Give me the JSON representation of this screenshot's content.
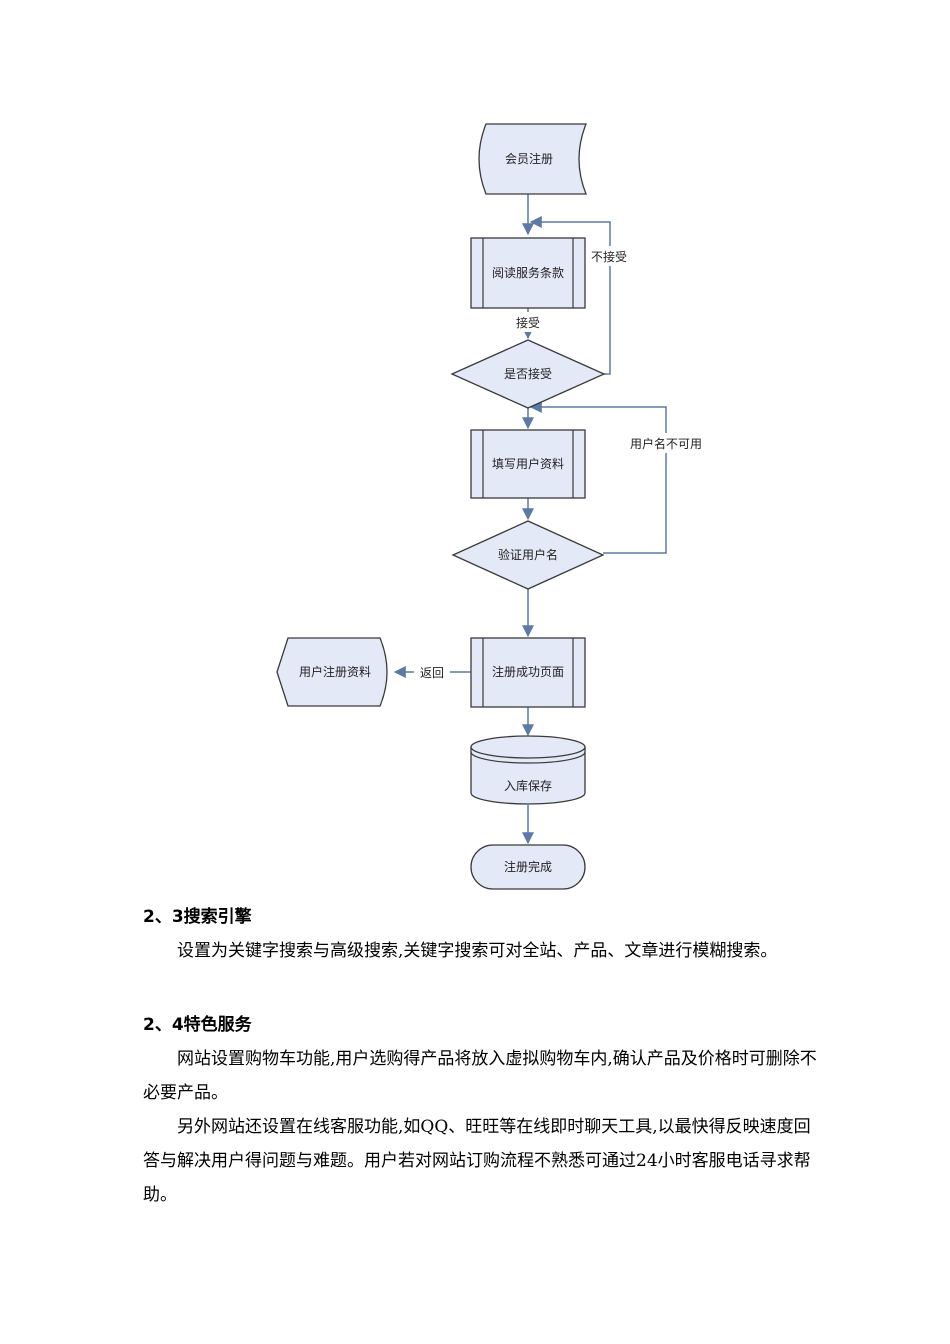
{
  "flowchart": {
    "nodes": {
      "member_register": "会员注册",
      "read_terms": "阅读服务条款",
      "accept_decision": "是否接受",
      "fill_profile": "填写用户资料",
      "verify_username": "验证用户名",
      "success_page": "注册成功页面",
      "user_profile_doc": "用户注册资料",
      "save_db": "入库保存",
      "register_done": "注册完成"
    },
    "edges": {
      "reject": "不接受",
      "accept": "接受",
      "username_unavailable": "用户名不可用",
      "return": "返回"
    }
  },
  "sections": [
    {
      "heading": "2、3搜索引擎",
      "paragraphs": [
        "设置为关键字搜索与高级搜索,关键字搜索可对全站、产品、文章进行模糊搜索。"
      ]
    },
    {
      "heading": "2、4特色服务",
      "paragraphs": [
        "网站设置购物车功能,用户选购得产品将放入虚拟购物车内,确认产品及价格时可删除不必要产品。",
        "另外网站还设置在线客服功能,如QQ、旺旺等在线即时聊天工具,以最快得反映速度回答与解决用户得问题与难题。用户若对网站订购流程不熟悉可通过24小时客服电话寻求帮助。"
      ]
    }
  ],
  "colors": {
    "node_fill": "#e3e9f6",
    "edge": "#5b7aa6"
  }
}
